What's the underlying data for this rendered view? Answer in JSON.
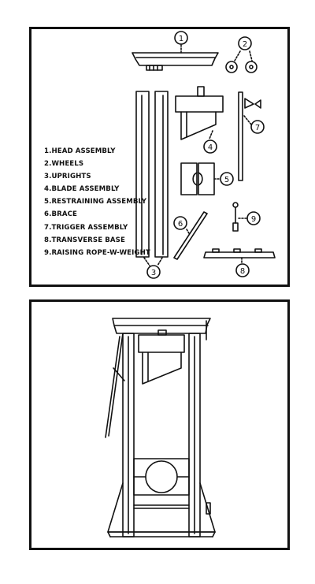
{
  "parts_legend": [
    {
      "num": "1.",
      "name": "HEAD ASSEMBLY"
    },
    {
      "num": "2.",
      "name": "WHEELS"
    },
    {
      "num": "3.",
      "name": "UPRIGHTS"
    },
    {
      "num": "4.",
      "name": "BLADE ASSEMBLY"
    },
    {
      "num": "5.",
      "name": "RESTRAINING ASSEMBLY"
    },
    {
      "num": "6.",
      "name": "BRACE"
    },
    {
      "num": "7.",
      "name": "TRIGGER ASSEMBLY"
    },
    {
      "num": "8.",
      "name": "TRANSVERSE BASE"
    },
    {
      "num": "9.",
      "name": "RAISING ROPE-W-WEIGHT"
    }
  ],
  "callouts": [
    "1",
    "2",
    "3",
    "4",
    "5",
    "6",
    "7",
    "8",
    "9"
  ],
  "colors": {
    "ink": "#111111",
    "paper": "#ffffff"
  },
  "icons": [
    "head-assembly-icon",
    "wheels-icon",
    "uprights-icon",
    "blade-assembly-icon",
    "restraining-assembly-icon",
    "brace-icon",
    "trigger-assembly-icon",
    "transverse-base-icon",
    "raising-rope-icon",
    "assembled-guillotine-icon"
  ]
}
